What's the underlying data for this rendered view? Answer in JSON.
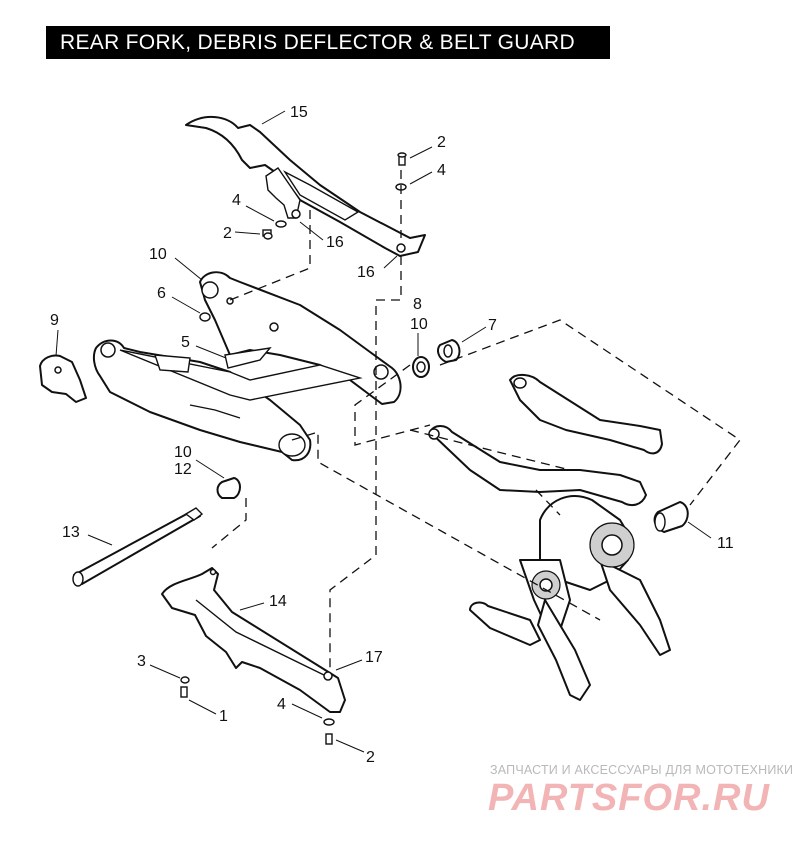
{
  "title": "REAR  FORK, DEBRIS DEFLECTOR  &  BELT GUARD",
  "callouts": {
    "c15": "15",
    "c2a": "2",
    "c4a": "4",
    "c4b": "4",
    "c2b": "2",
    "c16a": "16",
    "c16b": "16",
    "c10a": "10",
    "c6": "6",
    "c8": "8",
    "c10b": "10",
    "c7": "7",
    "c9": "9",
    "c5": "5",
    "c10c": "10",
    "c12": "12",
    "c11": "11",
    "c13": "13",
    "c14": "14",
    "c17": "17",
    "c3": "3",
    "c1": "1",
    "c4c": "4",
    "c2c": "2"
  },
  "watermark": {
    "subtitle": "ЗАПЧАСТИ И АКСЕССУАРЫ ДЛЯ МОТОТЕХНИКИ",
    "logo": "PARTSFOR.RU"
  }
}
